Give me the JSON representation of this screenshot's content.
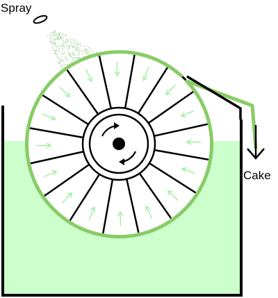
{
  "labels": {
    "spray": "Spray",
    "cake": "Cake"
  },
  "colors": {
    "liquid_fill": "#ccffcc",
    "filter_cloth": "#88cc66",
    "flow_arrows": "#aaf0aa",
    "spray_mist": "#a8d8a0",
    "outline": "#000000",
    "background": "#ffffff"
  },
  "drum": {
    "segment_count": 16,
    "rotation": "clockwise"
  }
}
